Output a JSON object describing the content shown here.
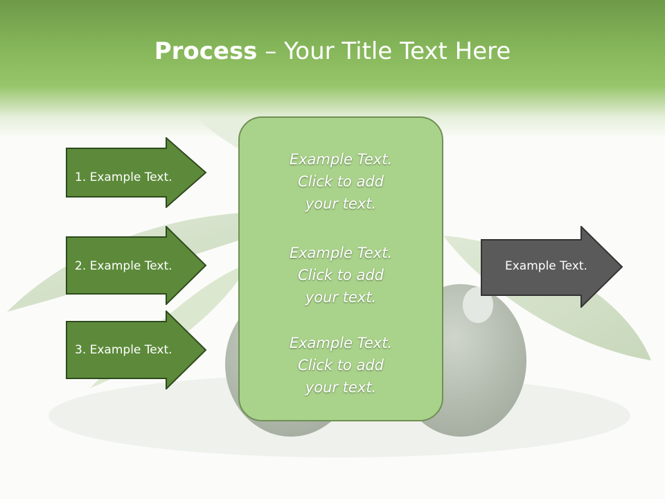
{
  "slide": {
    "title_bold": "Process",
    "title_rest": " – Your Title Text Here",
    "left_arrows": [
      {
        "label": "1. Example Text."
      },
      {
        "label": "2. Example Text."
      },
      {
        "label": "3. Example Text."
      }
    ],
    "center_box": {
      "items": [
        {
          "text": "Example Text.\nClick  to add\nyour text."
        },
        {
          "text": "Example Text.\nClick  to add\nyour text."
        },
        {
          "text": "Example Text.\nClick  to add\nyour text."
        }
      ]
    },
    "right_arrow": {
      "label": "Example Text."
    }
  },
  "colors": {
    "header_green": "#86b65a",
    "arrow_green": "#5c8a3a",
    "arrow_border": "#2f4a1e",
    "center_box_fill": "#a9d38a",
    "right_arrow_fill": "#5a5a5a"
  }
}
